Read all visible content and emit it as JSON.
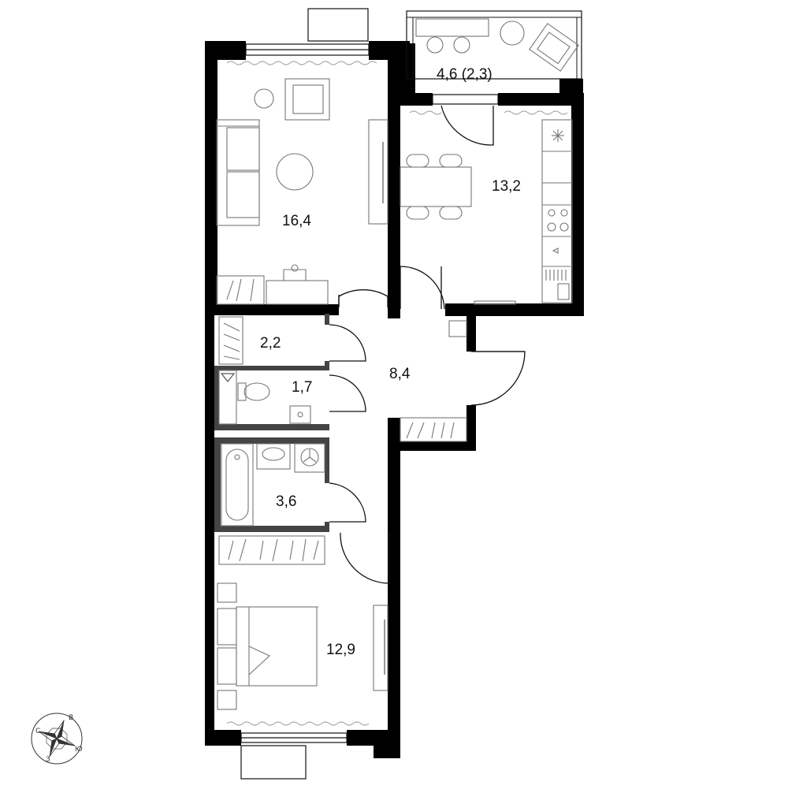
{
  "rooms": {
    "living": {
      "area": "16,4"
    },
    "kitchen": {
      "area": "13,2"
    },
    "balcony": {
      "area": "4,6 (2,3)"
    },
    "storage": {
      "area": "2,2"
    },
    "toilet": {
      "area": "1,7"
    },
    "hall": {
      "area": "8,4"
    },
    "bathroom": {
      "area": "3,6"
    },
    "bedroom": {
      "area": "12,9"
    }
  },
  "compass": {
    "letters": {
      "north": "С",
      "east": "В",
      "south": "Ю",
      "west": "З"
    }
  },
  "colors": {
    "wall": "#000000",
    "partition": "#444444",
    "furniture": "#777777"
  }
}
